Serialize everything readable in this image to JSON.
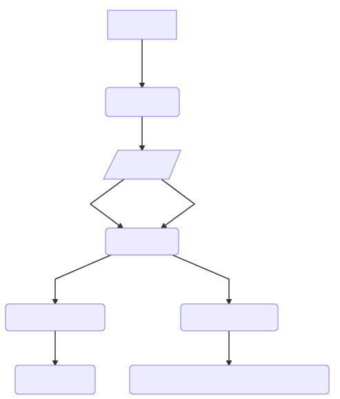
{
  "diagram": {
    "type": "flowchart",
    "direction": "top-down",
    "colors": {
      "node_fill": "#ECECFF",
      "node_stroke": "#9370DB",
      "edge": "#333333"
    },
    "nodes": [
      {
        "id": "n1",
        "shape": "rect",
        "label": ""
      },
      {
        "id": "n2",
        "shape": "rounded-rect",
        "label": ""
      },
      {
        "id": "n3",
        "shape": "parallelogram",
        "label": ""
      },
      {
        "id": "n4",
        "shape": "rounded-rect",
        "label": ""
      },
      {
        "id": "n5",
        "shape": "rounded-rect",
        "label": ""
      },
      {
        "id": "n6",
        "shape": "rounded-rect",
        "label": ""
      },
      {
        "id": "n7",
        "shape": "rounded-rect",
        "label": ""
      },
      {
        "id": "n8",
        "shape": "rounded-rect",
        "label": ""
      }
    ],
    "edges": [
      {
        "from": "n1",
        "to": "n2"
      },
      {
        "from": "n2",
        "to": "n3"
      },
      {
        "from": "n3",
        "to": "n4"
      },
      {
        "from": "n3",
        "to": "n4"
      },
      {
        "from": "n4",
        "to": "n5"
      },
      {
        "from": "n4",
        "to": "n6"
      },
      {
        "from": "n5",
        "to": "n7"
      },
      {
        "from": "n6",
        "to": "n8"
      }
    ]
  }
}
